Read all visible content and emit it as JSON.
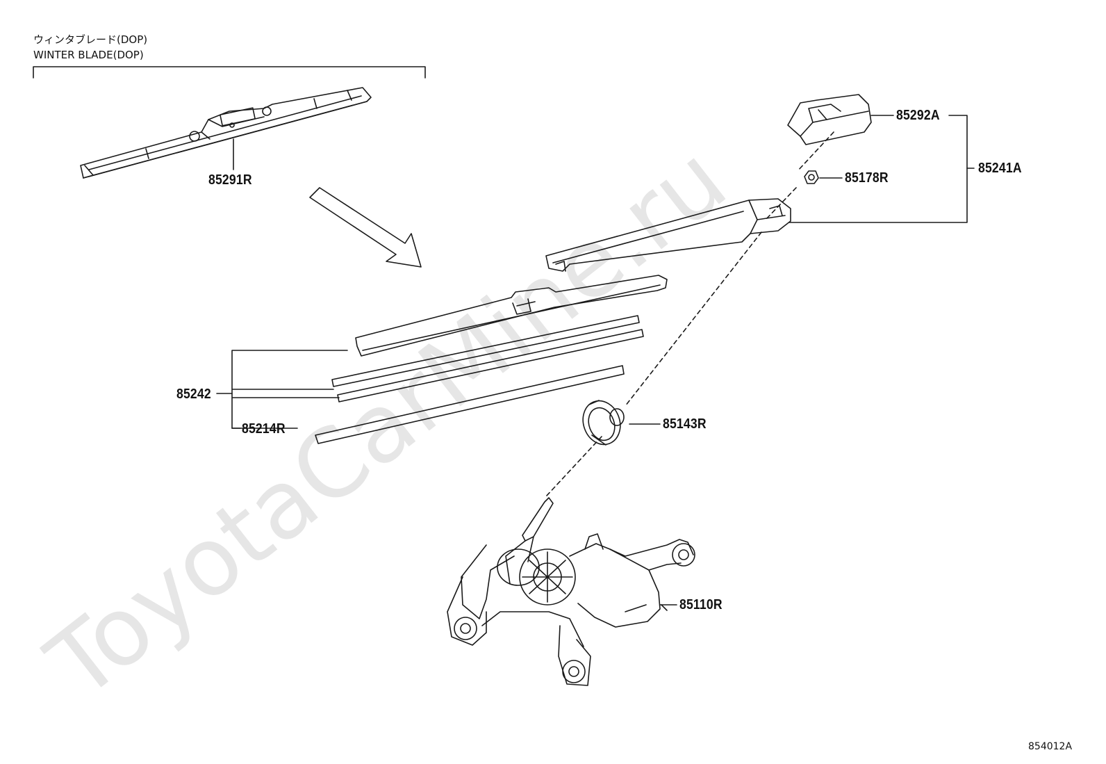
{
  "header": {
    "caption_jp": "ウィンタブレード(DOP)",
    "caption_en": "WINTER BLADE(DOP)"
  },
  "watermark": "ToyotaCarMine.ru",
  "parts": [
    {
      "id": "85291R"
    },
    {
      "id": "85292A"
    },
    {
      "id": "85241A"
    },
    {
      "id": "85178R"
    },
    {
      "id": "85242"
    },
    {
      "id": "85214R"
    },
    {
      "id": "85143R"
    },
    {
      "id": "85110R"
    }
  ],
  "drawing_code": "854012A",
  "colors": {
    "line": "#1a1a1a",
    "watermark": "#e6e6e6"
  }
}
